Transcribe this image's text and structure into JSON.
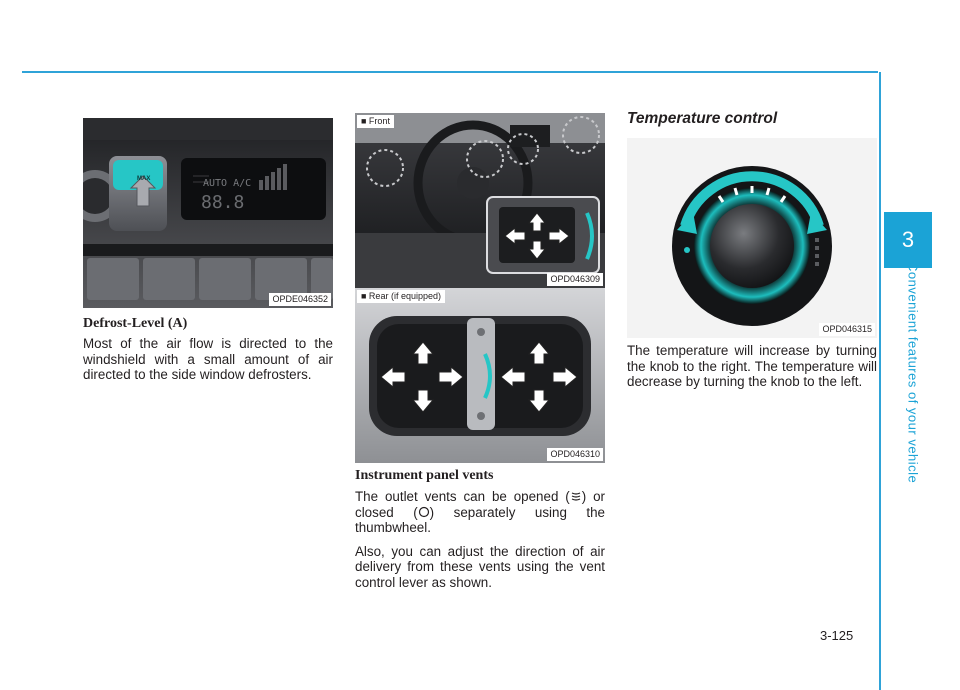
{
  "chapter": {
    "number": "3",
    "title": "Convenient features of your vehicle"
  },
  "page_number": "3-125",
  "figures": {
    "defrost": {
      "code": "OPDE046352",
      "display_text": "AUTO A/C",
      "display_temp": "88.8",
      "max_label": "MAX"
    },
    "front_vents": {
      "tag": "■ Front",
      "code": "OPD046309"
    },
    "rear_vents": {
      "tag": "■ Rear (if equipped)",
      "code": "OPD046310"
    },
    "temp_knob": {
      "code": "OPD046315"
    }
  },
  "col1": {
    "heading": "Defrost-Level (A)",
    "body": "Most of the air flow is directed to the windshield with a small amount of air directed to the side window defrosters."
  },
  "col2": {
    "heading": "Instrument panel vents",
    "p1_a": "The outlet vents can be opened (",
    "p1_b": ") or closed (",
    "p1_c": ") separately using the thumbwheel.",
    "p2": "Also, you can adjust the direction of air delivery from these vents using the vent control lever as shown."
  },
  "col3": {
    "heading": "Temperature control",
    "body": "The temperature will increase by turning the knob to the right. The temperature will decrease by turning the knob to the left."
  },
  "colors": {
    "accent": "#1ba3d6",
    "teal": "#26c6c6"
  }
}
